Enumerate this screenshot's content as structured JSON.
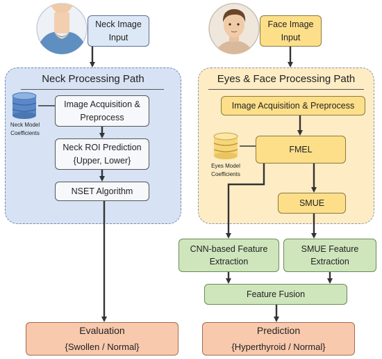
{
  "neck": {
    "input_label": "Neck Image\nInput",
    "panel_title": "Neck Processing Path",
    "db_label": "Neck Model\nCoefficients",
    "acquisition": "Image Acquisition &\nPreprocess",
    "roi": "Neck ROI Prediction\n{Upper, Lower}",
    "nset": "NSET Algorithm",
    "output_title": "Evaluation",
    "output_value": "{Swollen / Normal}"
  },
  "face": {
    "input_label": "Face Image\nInput",
    "panel_title": "Eyes & Face Processing Path",
    "db_label": "Eyes Model\nCoefficients",
    "acquisition": "Image Acquisition & Preprocess",
    "fmel": "FMEL",
    "smue": "SMUE",
    "cnn_feature": "CNN-based Feature\nExtraction",
    "smue_feature": "SMUE Feature\nExtraction",
    "fusion": "Feature Fusion",
    "output_title": "Prediction",
    "output_value": "{Hyperthyroid / Normal}"
  },
  "colors": {
    "neck_panel": "#d7e3f4",
    "face_panel": "#fdecc4",
    "neck_input": "#dde8f7",
    "face_input": "#fddf8a",
    "feature_boxes": "#cfe6bd",
    "output_boxes": "#f8c9ad",
    "arrow": "#333333"
  }
}
